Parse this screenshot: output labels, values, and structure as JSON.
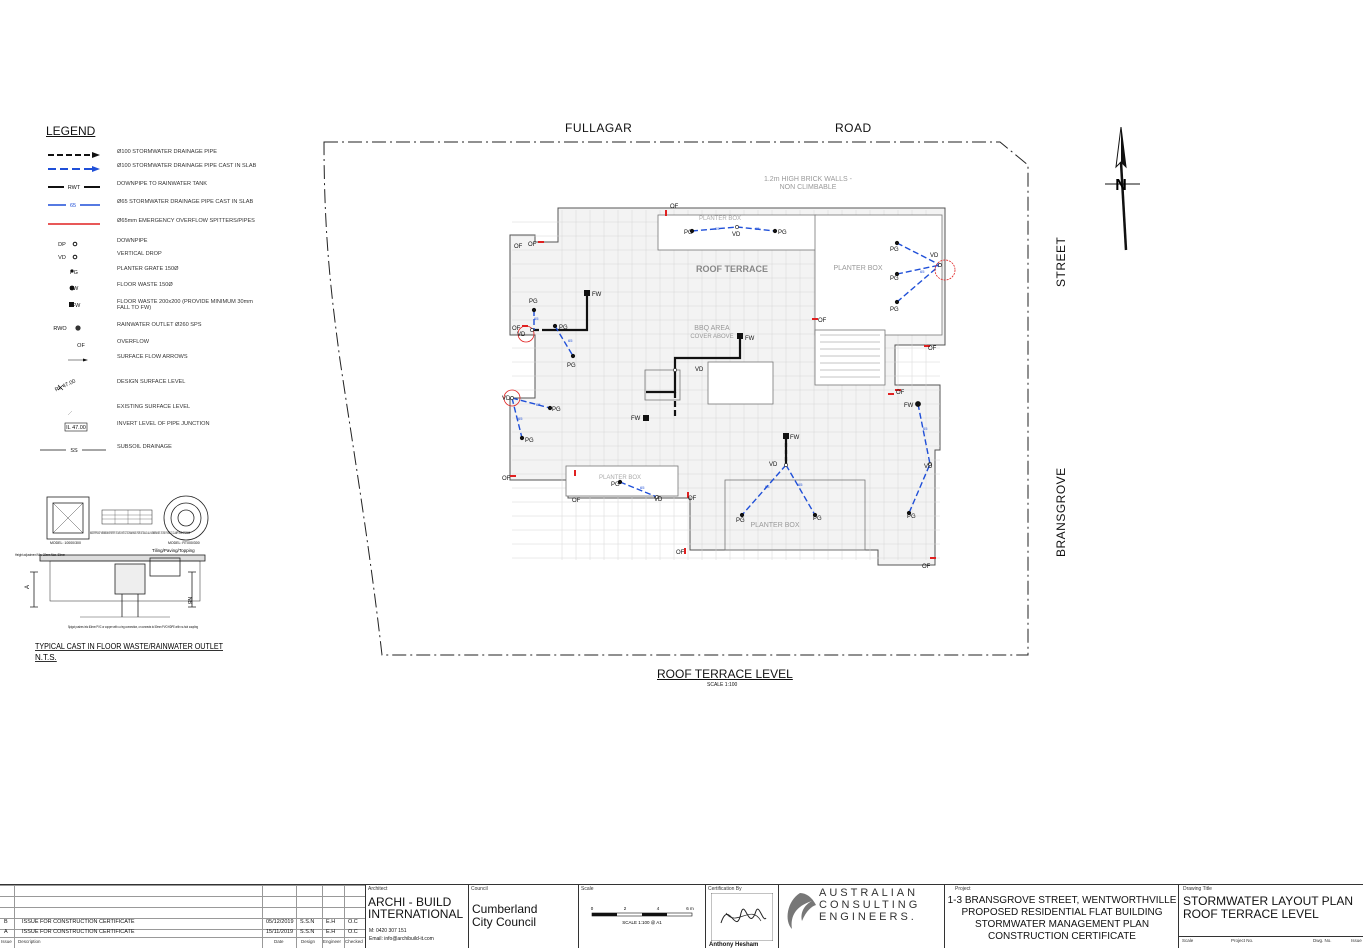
{
  "legend": {
    "title": "LEGEND",
    "items": [
      {
        "code": "",
        "text": "Ø100 STORMWATER DRAINAGE PIPE"
      },
      {
        "code": "",
        "text": "Ø100 STORMWATER DRAINAGE PIPE CAST IN SLAB"
      },
      {
        "code": "RWT",
        "text": "DOWNPIPE TO RAINWATER TANK"
      },
      {
        "code": "65",
        "text": "Ø65 STORMWATER DRAINAGE PIPE CAST IN SLAB"
      },
      {
        "code": "",
        "text": "Ø65mm EMERGENCY OVERFLOW SPITTERS/PIPES"
      },
      {
        "code": "DP",
        "text": "DOWNPIPE"
      },
      {
        "code": "VD",
        "text": "VERTICAL DROP"
      },
      {
        "code": "PG",
        "text": "PLANTER GRATE 150Ø"
      },
      {
        "code": "FW",
        "text": "FLOOR WASTE 150Ø"
      },
      {
        "code": "FW",
        "text": "FLOOR WASTE 200x200 (PROVIDE MINIMUM 30mm FALL TO FW)"
      },
      {
        "code": "RWO",
        "text": "RAINWATER OUTLET Ø260 SPS"
      },
      {
        "code": "OF",
        "text": "OVERFLOW"
      },
      {
        "code": "",
        "text": "SURFACE FLOW ARROWS"
      },
      {
        "code": "RL 47.00",
        "text": "DESIGN SURFACE LEVEL"
      },
      {
        "code": "",
        "text": "EXISTING SURFACE LEVEL"
      },
      {
        "code": "IL 47.00",
        "text": "INVERT LEVEL OF PIPE JUNCTION"
      },
      {
        "code": "SS",
        "text": "SUBSOIL DRAINAGE"
      }
    ]
  },
  "detail": {
    "note": "WATERPROOF MEMBRANE REFER TO ARCHITECTS DRAWINGS FOR DETAILS. ALL MEMBRANES TO BE FIXED TO CLAMP RING OF DRAIN",
    "model_left": "MODEL: 10000/300",
    "model_right": "MODEL: RT000/300",
    "tiling": "Tiling/Paving/Topping",
    "height_adj": "Height adjustment Min. 22mm Max. 80mm",
    "spigot": "Spigot pushes into 63mm PVC or copper with o-ring connection, or connects to 50mm PVC/HDPE with no-hub coupling",
    "caption_line1": "TYPICAL CAST IN FLOOR WASTE/RAINWATER OUTLET",
    "caption_line2": "N.T.S."
  },
  "streets": {
    "top_left": "FULLAGAR",
    "top_right": "ROAD",
    "right_top": "STREET",
    "right_bottom": "BRANSGROVE"
  },
  "north": "N",
  "plan": {
    "title": "ROOF TERRACE LEVEL",
    "scale": "SCALE 1:100",
    "roof_terrace": "ROOF TERRACE",
    "bbq_area": "BBQ AREA",
    "bbq_sub": "COVER ABOVE",
    "walls_note_1": "1.2m HIGH BRICK WALLS -",
    "walls_note_2": "NON CLIMBABLE",
    "planter_box": "PLANTER BOX",
    "labels": {
      "of": "OF",
      "pg": "PG",
      "vd": "VD",
      "fw": "FW",
      "p65": "65"
    }
  },
  "title_block": {
    "rev_rows": [
      {
        "rev": "B",
        "desc": "ISSUE FOR CONSTRUCTION CERTIFICATE",
        "date": "05/12/2019",
        "design": "S.S.N",
        "eng": "E.H",
        "chk": "O.C"
      },
      {
        "rev": "A",
        "desc": "ISSUE FOR CONSTRUCTION CERTIFICATE",
        "date": "15/11/2019",
        "design": "S.S.N",
        "eng": "E.H",
        "chk": "O.C"
      }
    ],
    "rev_headers": {
      "issue": "Issue",
      "desc": "Description",
      "date": "Date",
      "design": "Design",
      "eng": "Engineer",
      "chk": "Checked"
    },
    "architect_label": "Architect",
    "architect_line1": "ARCHI - BUILD",
    "architect_line2": "INTERNATIONAL",
    "architect_phone": "M: 0420 307 151",
    "architect_email": "Email: info@archibuild-it.com",
    "council_label": "Council",
    "council_line1": "Cumberland",
    "council_line2": "City Council",
    "scale_label": "Scale",
    "scale_bar": "SCALE 1:100 @ A1",
    "scale_ticks": [
      "0",
      "2",
      "4",
      "6 m"
    ],
    "cert_label": "Certification By",
    "cert_name": "Anthony Hesham",
    "company_line1": "AUSTRALIAN",
    "company_line2": "CONSULTING",
    "company_line3": "ENGINEERS.",
    "project_label": "Project",
    "project_line1": "1-3 BRANSGROVE STREET, WENTWORTHVILLE",
    "project_line2": "PROPOSED RESIDENTIAL FLAT BUILDING",
    "project_line3": "STORMWATER MANAGEMENT PLAN",
    "project_line4": "CONSTRUCTION CERTIFICATE",
    "drawing_title_label": "Drawing Title",
    "drawing_title_1": "STORMWATER LAYOUT PLAN",
    "drawing_title_2": "ROOF TERRACE LEVEL",
    "bottom_labels": {
      "scale": "Scale",
      "project_no": "Project No.",
      "dwg_no": "Dwg. No.",
      "issue": "Issue"
    }
  },
  "colors": {
    "pipe_black": "#111111",
    "pipe_blue": "#1f4fd8",
    "overflow_red": "#e02020",
    "grid": "#cfcfcf"
  }
}
